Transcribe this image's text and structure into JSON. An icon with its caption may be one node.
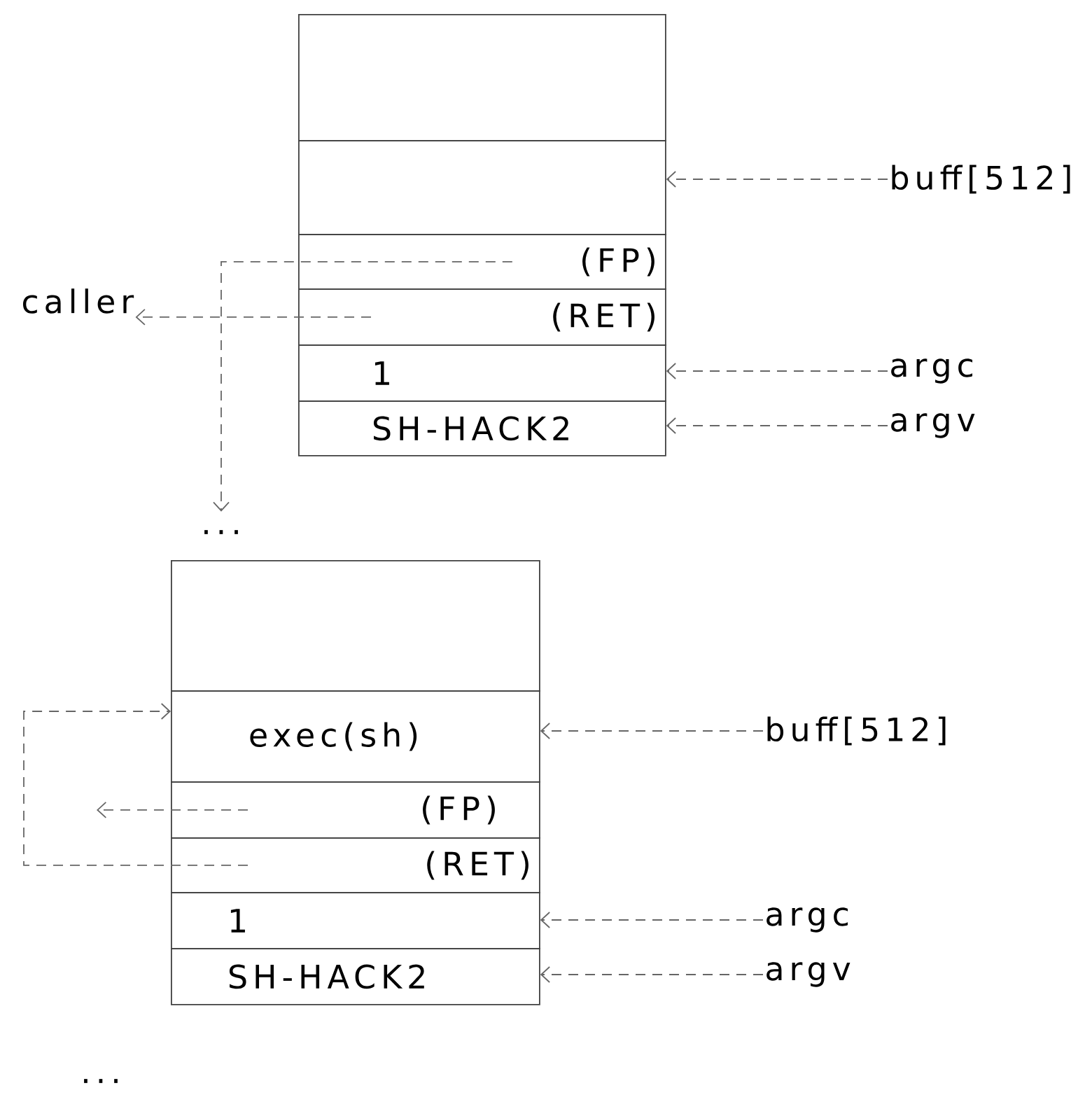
{
  "diagram": {
    "nodes": [
      {
        "text": [],
        "shape": "box"
      },
      {
        "text": [],
        "shape": "box"
      },
      {
        "text": [
          "(FP)"
        ]
      },
      {
        "text": [
          "(RET)"
        ]
      },
      {
        "text": [
          "1"
        ]
      },
      {
        "text": [
          "SH-HACK2"
        ]
      },
      {
        "text": [
          "buff[512]"
        ]
      },
      {
        "text": [
          "caller"
        ]
      },
      {
        "text": [
          "argc"
        ]
      },
      {
        "text": [
          "argv"
        ]
      },
      {
        "text": [
          "..."
        ]
      },
      {
        "text": [],
        "shape": "box"
      },
      {
        "text": [
          "exec(sh)"
        ]
      },
      {
        "text": [
          "(FP)"
        ]
      },
      {
        "text": [
          "(RET)"
        ]
      },
      {
        "text": [
          "1"
        ]
      },
      {
        "text": [
          "SH-HACK2"
        ]
      },
      {
        "text": [
          "buff[512]"
        ]
      },
      {
        "text": [
          "argc"
        ]
      },
      {
        "text": [
          "argv"
        ]
      }
    ],
    "edges": [
      {
        "from": 6,
        "to": 1,
        "arrow": "to",
        "style": "dashed"
      },
      {
        "from": 2,
        "to": 10,
        "arrow": "to",
        "style": "dashed"
      },
      {
        "from": 3,
        "to": 7,
        "arrow": "to",
        "style": "dashed"
      },
      {
        "from": 8,
        "to": 4,
        "arrow": "to",
        "style": "dashed"
      },
      {
        "from": 9,
        "to": 5,
        "arrow": "to",
        "style": "dashed"
      },
      {
        "from": 14,
        "to": 12,
        "arrow": "to",
        "style": "dashed"
      },
      {
        "from": 17,
        "to": 12,
        "arrow": "to",
        "style": "dashed"
      },
      {
        "from": 13,
        "to": null,
        "arrow": "to",
        "style": "dashed"
      },
      {
        "from": 18,
        "to": 15,
        "arrow": "to",
        "style": "dashed"
      },
      {
        "from": 19,
        "to": 16,
        "arrow": "to",
        "style": "dashed"
      }
    ],
    "labels": [
      "..."
    ]
  }
}
